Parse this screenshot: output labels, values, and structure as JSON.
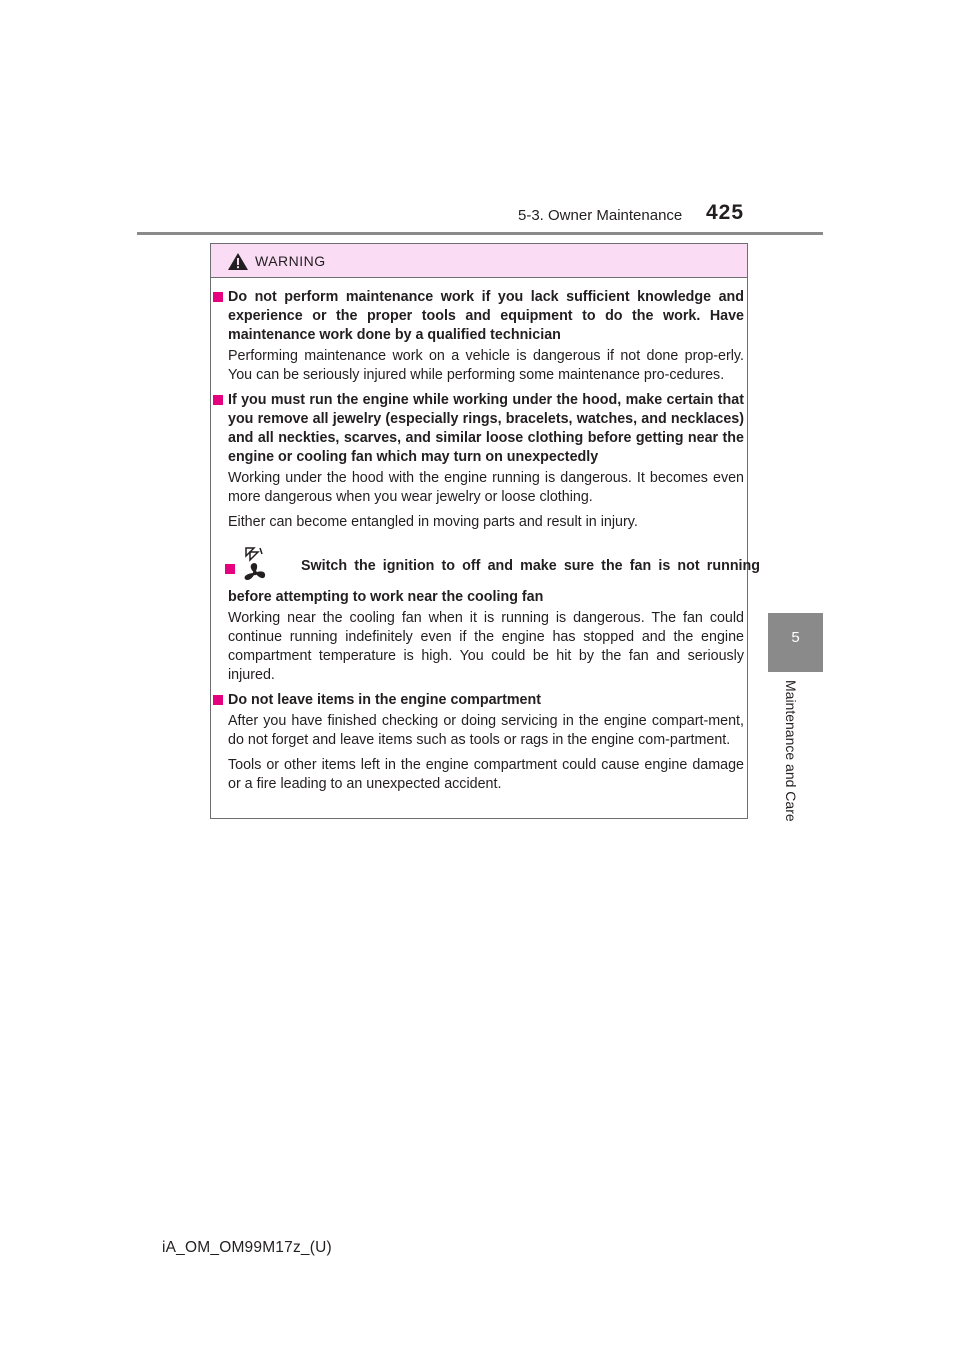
{
  "header": {
    "section": "5-3. Owner Maintenance",
    "page_number": "425"
  },
  "side_tab": {
    "number": "5",
    "label": "Maintenance and Care"
  },
  "warning": {
    "title": "WARNING",
    "items": [
      {
        "title": "Do not perform maintenance work if you lack sufficient knowledge and experience or the proper tools and equipment to do the work. Have maintenance work done by a qualified technician",
        "paragraphs": [
          "Performing maintenance work on a vehicle is dangerous if not done prop-erly. You can be seriously injured while performing some maintenance pro-cedures."
        ]
      },
      {
        "title": "If you must run the engine while working under the hood, make certain that you remove all jewelry (especially rings, bracelets, watches, and necklaces) and all neckties, scarves, and similar loose clothing before getting near the engine or cooling fan which may turn on unexpectedly",
        "paragraphs": [
          "Working under the hood with the engine running is dangerous. It becomes even more dangerous when you wear jewelry or loose clothing.",
          "Either can become entangled in moving parts and result in injury."
        ]
      },
      {
        "title_line1": "Switch the ignition to off and make sure the fan is not running",
        "title_line2": "before attempting to work near the cooling fan",
        "icon": "cooling-fan-warning-icon",
        "paragraphs": [
          "Working near the cooling fan when it is running is dangerous. The fan could continue running indefinitely even if the engine has stopped and the engine compartment temperature is high. You could be hit by the fan and seriously injured."
        ]
      },
      {
        "title": "Do not leave items in the engine compartment",
        "paragraphs": [
          "After you have finished checking or doing servicing in the engine compart-ment, do not forget and leave items such as tools or rags in the engine com-partment.",
          "Tools or other items left in the engine compartment could cause engine damage or a fire leading to an unexpected accident."
        ]
      }
    ]
  },
  "footer": {
    "code": "iA_OM_OM99M17z_(U)"
  },
  "colors": {
    "warning_header_bg": "#fadcf4",
    "bullet": "#e4007f",
    "tab_bg": "#8a8a8a"
  }
}
